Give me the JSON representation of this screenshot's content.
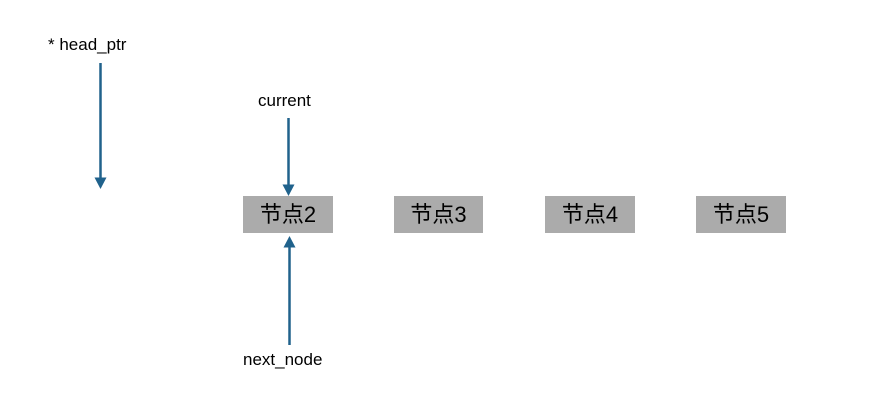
{
  "diagram": {
    "title_hint": "linked list traversal diagram",
    "labels": {
      "head_ptr": "* head_ptr",
      "current": "current",
      "next_node": "next_node"
    },
    "nodes": [
      {
        "label": "节点2"
      },
      {
        "label": "节点3"
      },
      {
        "label": "节点4"
      },
      {
        "label": "节点5"
      }
    ],
    "colors": {
      "arrow": "#20628C",
      "node_fill": "#ABABAB",
      "text": "#000000",
      "bg": "#FFFFFF"
    }
  }
}
